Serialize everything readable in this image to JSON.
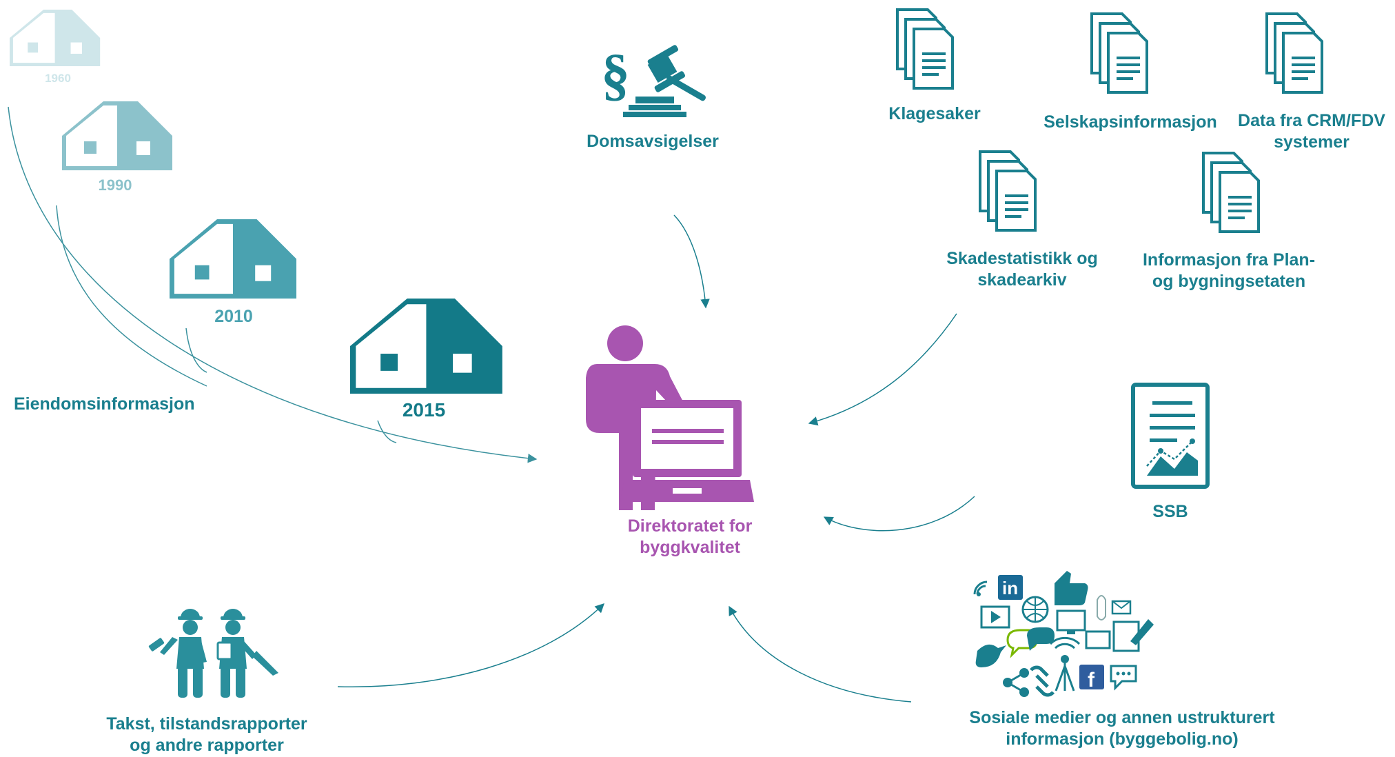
{
  "colors": {
    "teal": "#1a7f8e",
    "teal_dark": "#0f6f7e",
    "purple": "#a855b0",
    "house_1960": "#cfe6ea",
    "house_1990": "#8cc2cb",
    "house_2010": "#4aa2b0",
    "house_2015": "#137a88"
  },
  "houses": {
    "y1960": "1960",
    "y1990": "1990",
    "y2010": "2010",
    "y2015": "2015",
    "group_label": "Eiendomsinformasjon"
  },
  "sources": {
    "court": "Domsavsigelser",
    "complaints": "Klagesaker",
    "company": "Selskapsinformasjon",
    "crm_line1": "Data fra CRM/FDV",
    "crm_line2": "systemer",
    "damage_line1": "Skadestatistikk og",
    "damage_line2": "skadearkiv",
    "plan_line1": "Informasjon fra Plan-",
    "plan_line2": "og bygningsetaten",
    "ssb": "SSB",
    "social_line1": "Sosiale medier og annen ustrukturert",
    "social_line2": "informasjon (byggebolig.no)",
    "reports_line1": "Takst, tilstandsrapporter",
    "reports_line2": "og andre rapporter"
  },
  "center": {
    "line1": "Direktoratet for",
    "line2": "byggkvalitet"
  },
  "icons": {
    "house": "house-icon",
    "court": "gavel-paragraph-icon",
    "document": "document-stack-icon",
    "ssb": "statistics-report-icon",
    "social": "social-media-cluster-icon",
    "workers": "construction-workers-icon",
    "person": "person-laptop-icon"
  }
}
